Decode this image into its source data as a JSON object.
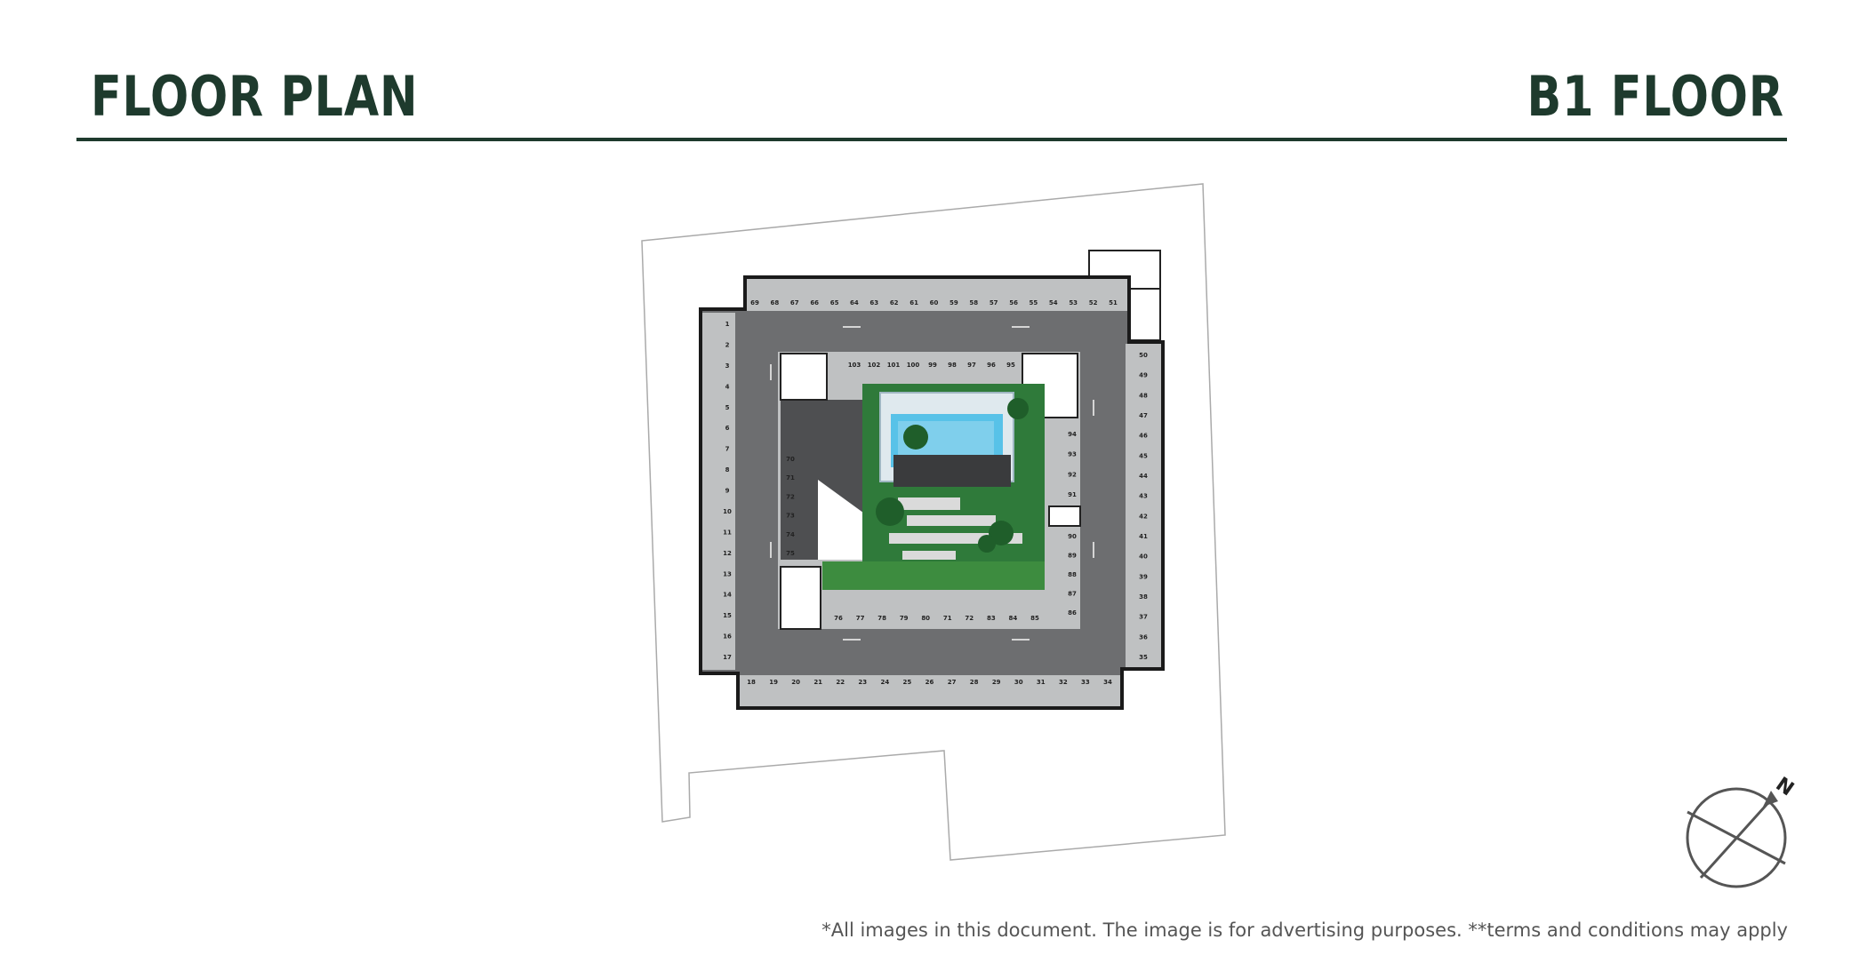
{
  "header": {
    "title_left": "FLOOR PLAN",
    "title_right": "B1 FLOOR"
  },
  "compass": {
    "label": "N"
  },
  "disclaimer": "*All images in this document. The image is for advertising purposes. **terms and conditions may apply",
  "colors": {
    "heading": "#1e3a2d",
    "driveway": "#6d6e70",
    "parking_bay": "#bfc1c2",
    "garden": "#2f7a3a",
    "pool": "#58c2e8"
  },
  "parking": {
    "top_row": [
      "69",
      "68",
      "67",
      "66",
      "65",
      "64",
      "63",
      "62",
      "61",
      "60",
      "59",
      "58",
      "57",
      "56",
      "55",
      "54",
      "53",
      "52",
      "51"
    ],
    "left_column": [
      "1",
      "2",
      "3",
      "4",
      "5",
      "6",
      "7",
      "8",
      "9",
      "10",
      "11",
      "12",
      "13",
      "14",
      "15",
      "16",
      "17"
    ],
    "right_column": [
      "50",
      "49",
      "48",
      "47",
      "46",
      "45",
      "44",
      "43",
      "42",
      "41",
      "40",
      "39",
      "38",
      "37",
      "36",
      "35"
    ],
    "bottom_row": [
      "18",
      "19",
      "20",
      "21",
      "22",
      "23",
      "24",
      "25",
      "26",
      "27",
      "28",
      "29",
      "30",
      "31",
      "32",
      "33",
      "34"
    ],
    "inner_top": [
      "103",
      "102",
      "101",
      "100",
      "99",
      "98",
      "97",
      "96",
      "95"
    ],
    "inner_left": [
      "70",
      "71",
      "72",
      "73",
      "74",
      "75"
    ],
    "inner_right_upper": [
      "94",
      "93",
      "92",
      "91"
    ],
    "inner_right_lower": [
      "90",
      "89",
      "88",
      "87",
      "86"
    ],
    "inner_bottom": [
      "76",
      "77",
      "78",
      "79",
      "80",
      "71",
      "72",
      "83",
      "84",
      "85"
    ]
  }
}
